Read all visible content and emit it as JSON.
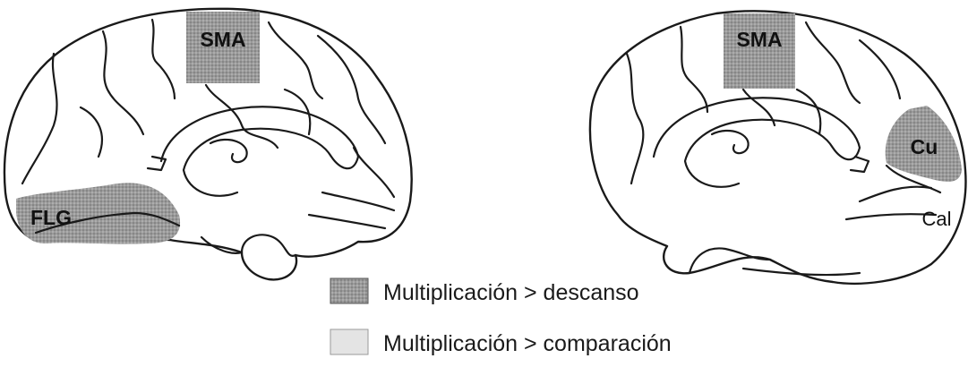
{
  "colors": {
    "descanso": "#a9a9a9",
    "comparacion": "#e4e4e4",
    "stroke": "#1a1a1a"
  },
  "left_brain": {
    "labels": {
      "sma": "SMA",
      "flg": "FLG"
    }
  },
  "right_brain": {
    "labels": {
      "sma": "SMA",
      "cu": "Cu",
      "cal": "Cal"
    }
  },
  "legend": {
    "items": [
      {
        "label": "Multiplicación > descanso",
        "key": "descanso"
      },
      {
        "label": "Multiplicación > comparación",
        "key": "comparacion"
      }
    ]
  }
}
